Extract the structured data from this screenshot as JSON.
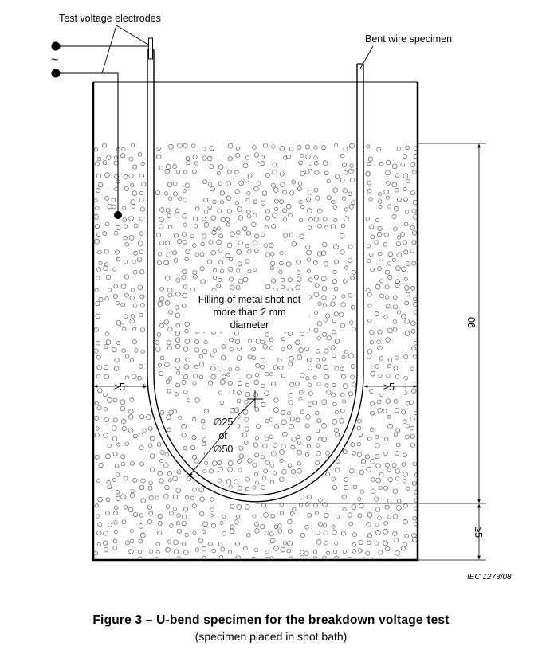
{
  "labels": {
    "electrodes": "Test voltage electrodes",
    "ac_symbol": "~",
    "specimen": "Bent wire specimen",
    "filling_line1": "Filling of metal shot not",
    "filling_line2": "more than 2 mm",
    "filling_line3": "diameter",
    "dia_line1": "∅25",
    "dia_line2": "or",
    "dia_line3": "∅50",
    "dim_left_gap": "≥5",
    "dim_right_gap": "≥5",
    "dim_height": "90",
    "dim_bottom_gap": "≥5",
    "iec_ref": "IEC   1273/08"
  },
  "caption": {
    "title": "Figure 3 – U-bend specimen for the breakdown voltage test",
    "subtitle": "(specimen placed in shot bath)"
  }
}
